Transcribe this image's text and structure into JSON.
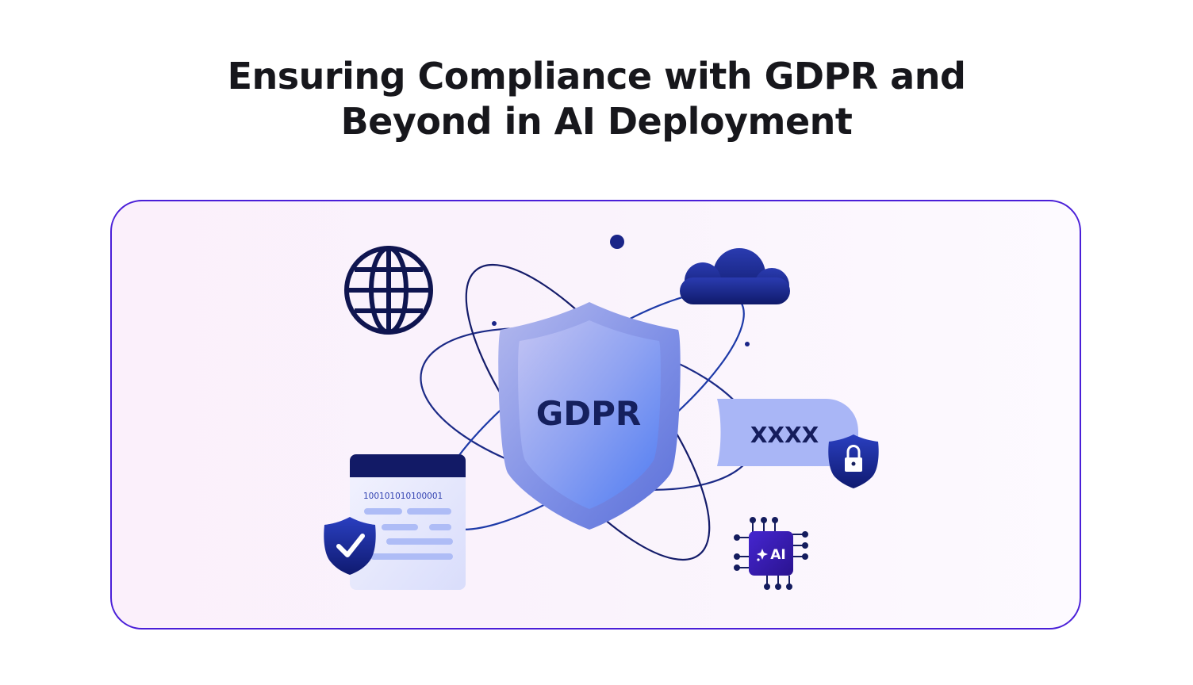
{
  "header": {
    "title_line1": "Ensuring Compliance with GDPR and",
    "title_line2": "Beyond in AI Deployment"
  },
  "illustration": {
    "shield_label": "GDPR",
    "masked_field_text": "XXXX",
    "document_binary": "100101010100001",
    "chip_label": "AI",
    "icons": [
      "globe-icon",
      "cloud-icon",
      "shield-check-icon",
      "padlock-shield-icon",
      "ai-chip-icon",
      "orbit-rings"
    ]
  },
  "colors": {
    "title": "#17171c",
    "card_border": "#4a1fd8",
    "navy": "#101858",
    "shield_light": "#a9b4f2",
    "shield_blue": "#5b7ff0",
    "bubble": "#a8b6f5",
    "chip": "#3a1fb8"
  }
}
